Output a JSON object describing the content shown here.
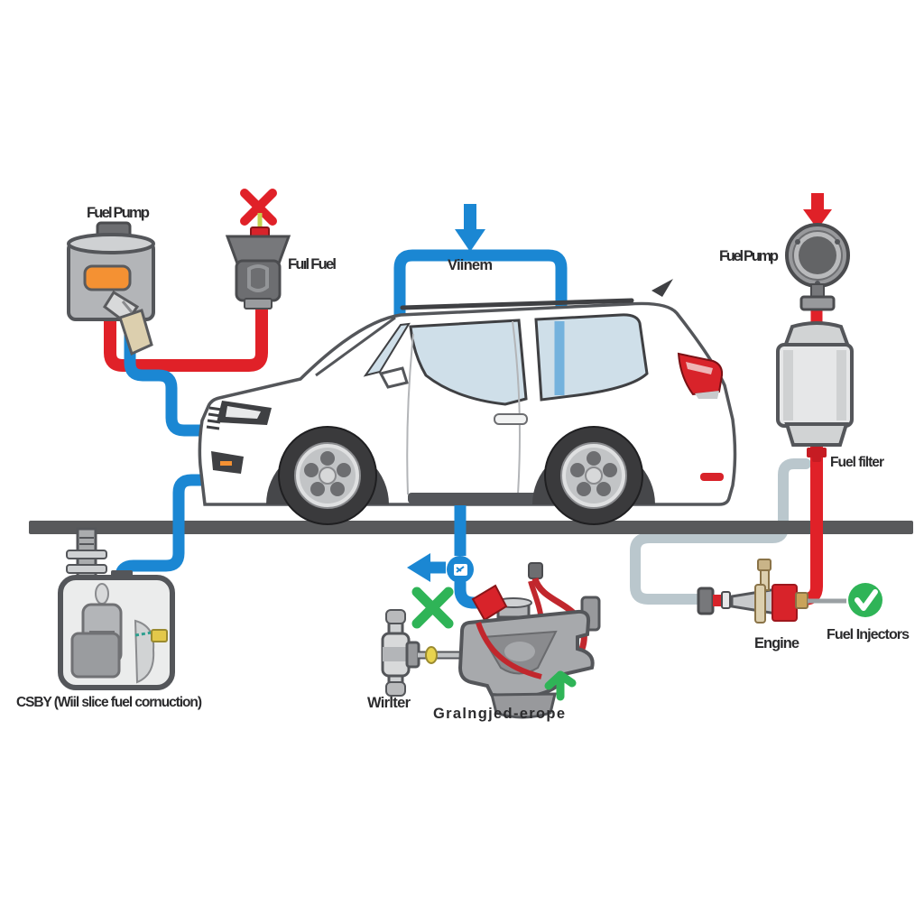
{
  "labels": {
    "fuel_pump_left": "Fuel Pump",
    "injector_top": "Fuıl Fuel",
    "vent": "Viinem",
    "fuel_pump_right": "Fuel Pump",
    "fuel_filter": "Fuel filter",
    "engine": "Engine",
    "fuel_injectors": "Fuel Injectors",
    "fuel_tank": "CSBY (Wiil slice fuel cornuction)",
    "water_valve": "Wirlter",
    "carburetor": "Gralngjed-erope"
  },
  "colors": {
    "fuel_line_red": "#e02128",
    "supply_line_blue": "#1b87d3",
    "return_line_gray": "#bac7cd",
    "ground_bar": "#58595b",
    "status_green": "#2fb457",
    "accent_orange": "#f49133",
    "label_text": "#2b2b2d"
  },
  "icons": [
    "blue-down-arrow-icon",
    "red-down-arrow-icon",
    "red-x-icon",
    "blue-left-arrow-icon",
    "blue-junction-icon",
    "green-x-icon",
    "green-check-icon",
    "green-up-arrow-icon"
  ]
}
